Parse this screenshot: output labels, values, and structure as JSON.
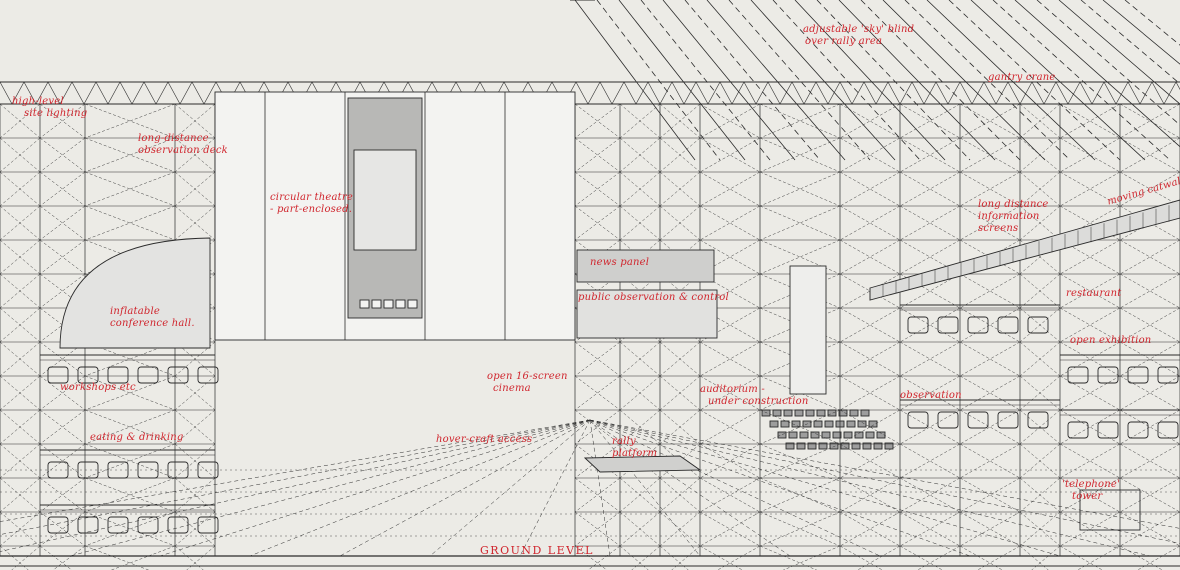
{
  "colors": {
    "paper": "#ecebe6",
    "ink": "#2b2b2b",
    "annotation": "#d0262e",
    "shade": "#9d9d9d",
    "light_shade": "#d4d4d2"
  },
  "annotations": {
    "sky_blind": [
      "adjustable 'sky' blind",
      "over rally area"
    ],
    "gantry_crane": "gantry crane",
    "site_lighting": [
      "high-level",
      "site lighting"
    ],
    "observation_deck": [
      "long-distance",
      "observation deck"
    ],
    "circular_theatre": [
      "circular theatre",
      "- part-enclosed."
    ],
    "info_screens": [
      "long distance",
      "information",
      "screens"
    ],
    "moving_catwalk": "moving catwalk",
    "news_panel": "news panel",
    "public_observation": "public observation & control",
    "inflatable_hall": [
      "inflatable",
      "conference hall."
    ],
    "restaurant": "restaurant",
    "open_exhibition": "open exhibition",
    "workshops": "workshops etc",
    "cinema": [
      "open 16-screen",
      "cinema"
    ],
    "auditorium": [
      "auditorium -",
      "under construction"
    ],
    "observation": "observation",
    "eating_drinking": "eating & drinking",
    "hovercraft_access": "hover-craft access",
    "rally_platform": [
      "rally",
      "platform"
    ],
    "telephone_tower": [
      "'telephone'",
      "tower"
    ],
    "ground_level": "GROUND LEVEL"
  }
}
